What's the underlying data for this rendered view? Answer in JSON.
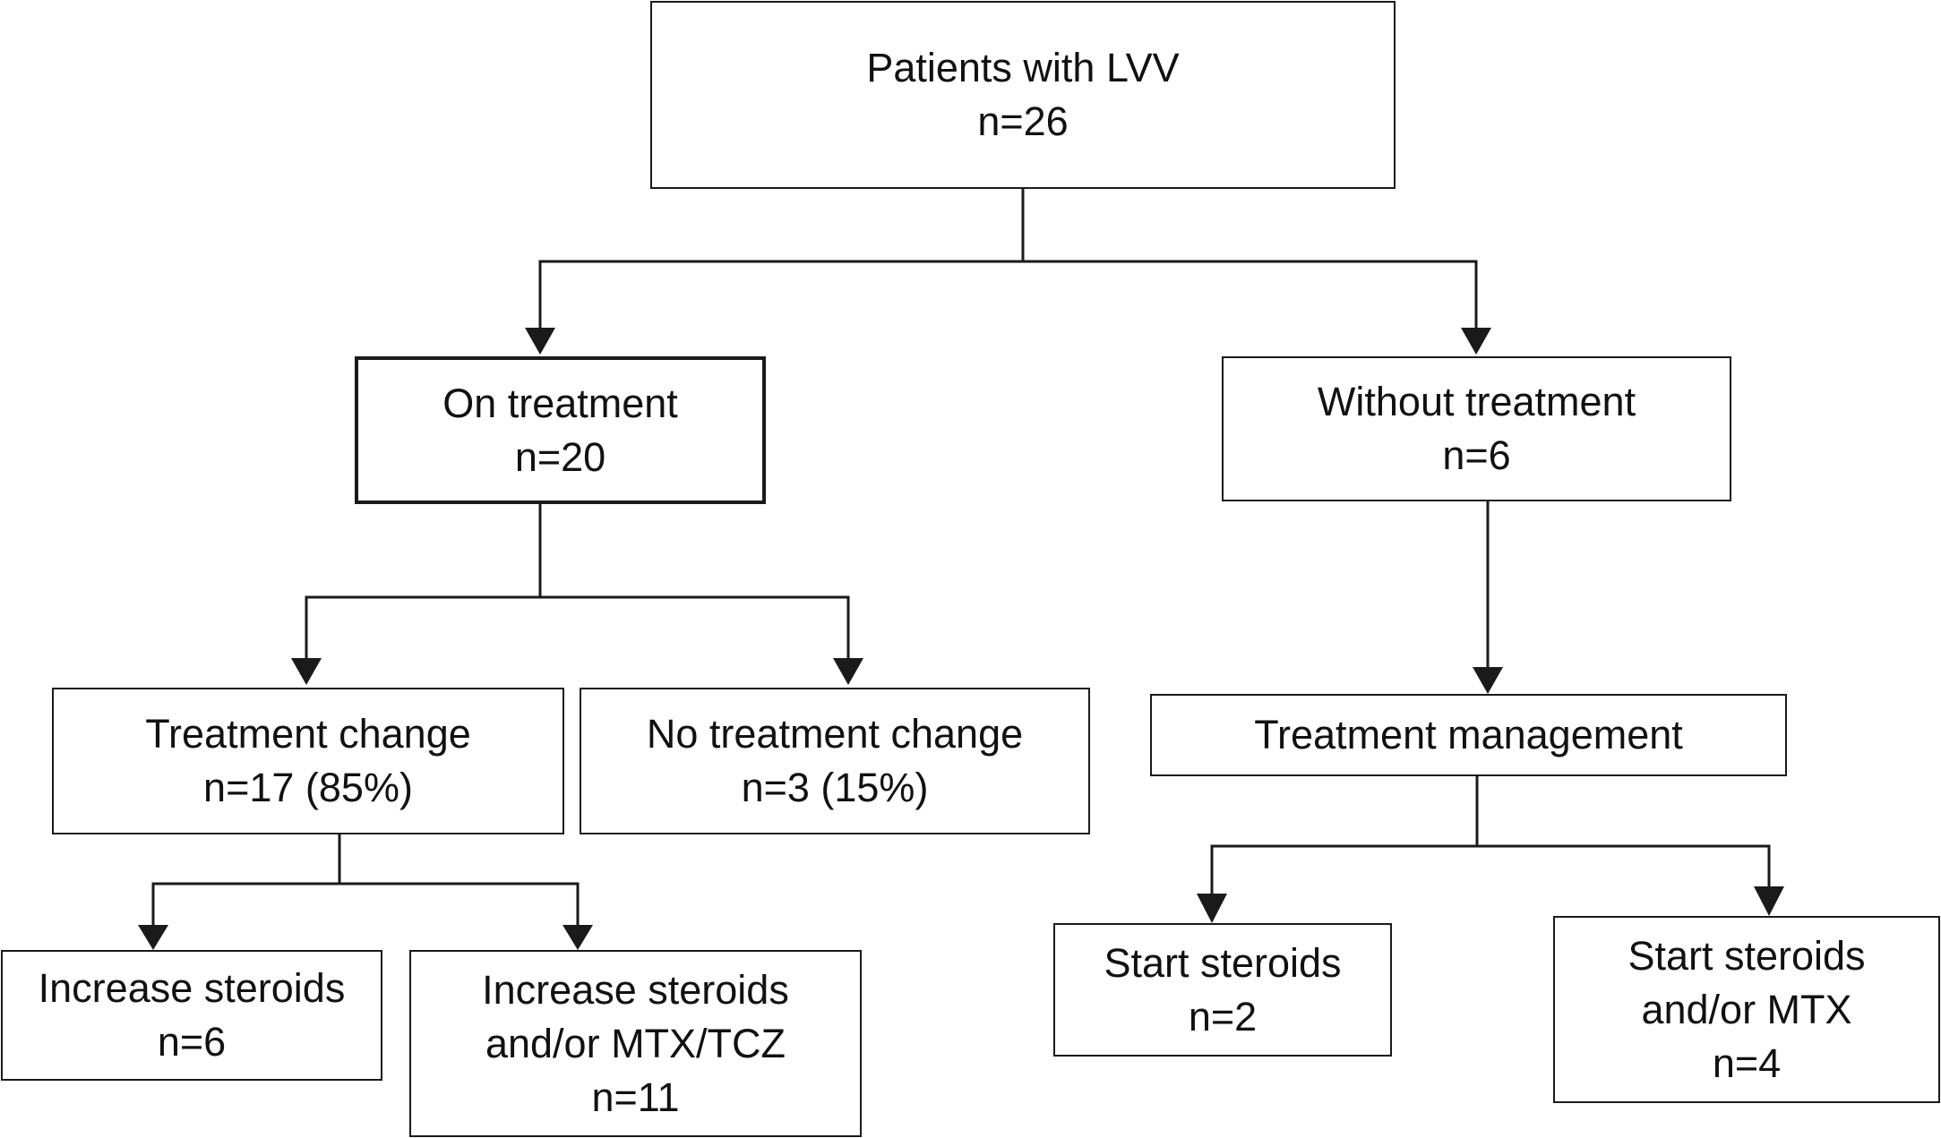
{
  "nodes": {
    "root": {
      "lines": [
        "Patients with LVV",
        "n=26"
      ]
    },
    "on_treatment": {
      "lines": [
        "On treatment",
        "n=20"
      ]
    },
    "without_treatment": {
      "lines": [
        "Without treatment",
        "n=6"
      ]
    },
    "treatment_change": {
      "lines": [
        "Treatment change",
        "n=17 (85%)"
      ]
    },
    "no_treatment_change": {
      "lines": [
        "No treatment change",
        "n=3 (15%)"
      ]
    },
    "treatment_management": {
      "lines": [
        "Treatment management"
      ]
    },
    "increase_steroids": {
      "lines": [
        "Increase steroids",
        "n=6"
      ]
    },
    "increase_steroids_mtx_tcz": {
      "lines": [
        "Increase steroids",
        "and/or MTX/TCZ",
        "n=11"
      ]
    },
    "start_steroids": {
      "lines": [
        "Start steroids",
        "n=2"
      ]
    },
    "start_steroids_mtx": {
      "lines": [
        "Start steroids",
        "and/or MTX",
        "n=4"
      ]
    }
  },
  "edges": [
    {
      "from": "root",
      "to": "on_treatment"
    },
    {
      "from": "root",
      "to": "without_treatment"
    },
    {
      "from": "on_treatment",
      "to": "treatment_change"
    },
    {
      "from": "on_treatment",
      "to": "no_treatment_change"
    },
    {
      "from": "without_treatment",
      "to": "treatment_management"
    },
    {
      "from": "treatment_change",
      "to": "increase_steroids"
    },
    {
      "from": "treatment_change",
      "to": "increase_steroids_mtx_tcz"
    },
    {
      "from": "treatment_management",
      "to": "start_steroids"
    },
    {
      "from": "treatment_management",
      "to": "start_steroids_mtx"
    }
  ]
}
